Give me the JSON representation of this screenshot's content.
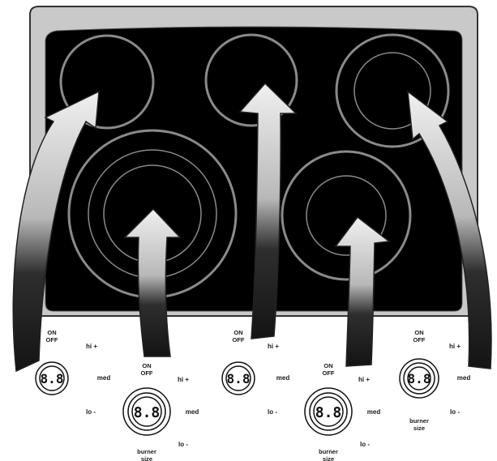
{
  "controls": [
    {
      "id": "left-rear",
      "on_off": [
        "ON",
        "OFF"
      ],
      "hi": "hi +",
      "med": "med",
      "lo": "lo -",
      "display": "8.8",
      "has_burner_size": false
    },
    {
      "id": "left-front",
      "on_off": [
        "ON",
        "OFF"
      ],
      "hi": "hi +",
      "med": "med",
      "lo": "lo -",
      "display": "8.8",
      "has_burner_size": true,
      "burner_size": [
        "burner",
        "size"
      ]
    },
    {
      "id": "center-rear",
      "on_off": [
        "ON",
        "OFF"
      ],
      "hi": "hi +",
      "med": "med",
      "lo": "lo -",
      "display": "8.8",
      "has_burner_size": false
    },
    {
      "id": "right-front",
      "on_off": [
        "ON",
        "OFF"
      ],
      "hi": "hi +",
      "med": "med",
      "lo": "lo -",
      "display": "8.8",
      "has_burner_size": true,
      "burner_size": [
        "burner",
        "size"
      ]
    },
    {
      "id": "right-rear",
      "on_off": [
        "ON",
        "OFF"
      ],
      "hi": "hi +",
      "med": "med",
      "lo": "lo -",
      "display": "8.8",
      "has_burner_size": true,
      "burner_size": [
        "burner",
        "size"
      ]
    }
  ],
  "colors": {
    "cooktop_frame": "#c9c9c9",
    "cooktop_glass": "#000000",
    "burner_ring": "#8a8a8a",
    "arrow_light": "#ebebeb",
    "arrow_dark": "#141414"
  }
}
